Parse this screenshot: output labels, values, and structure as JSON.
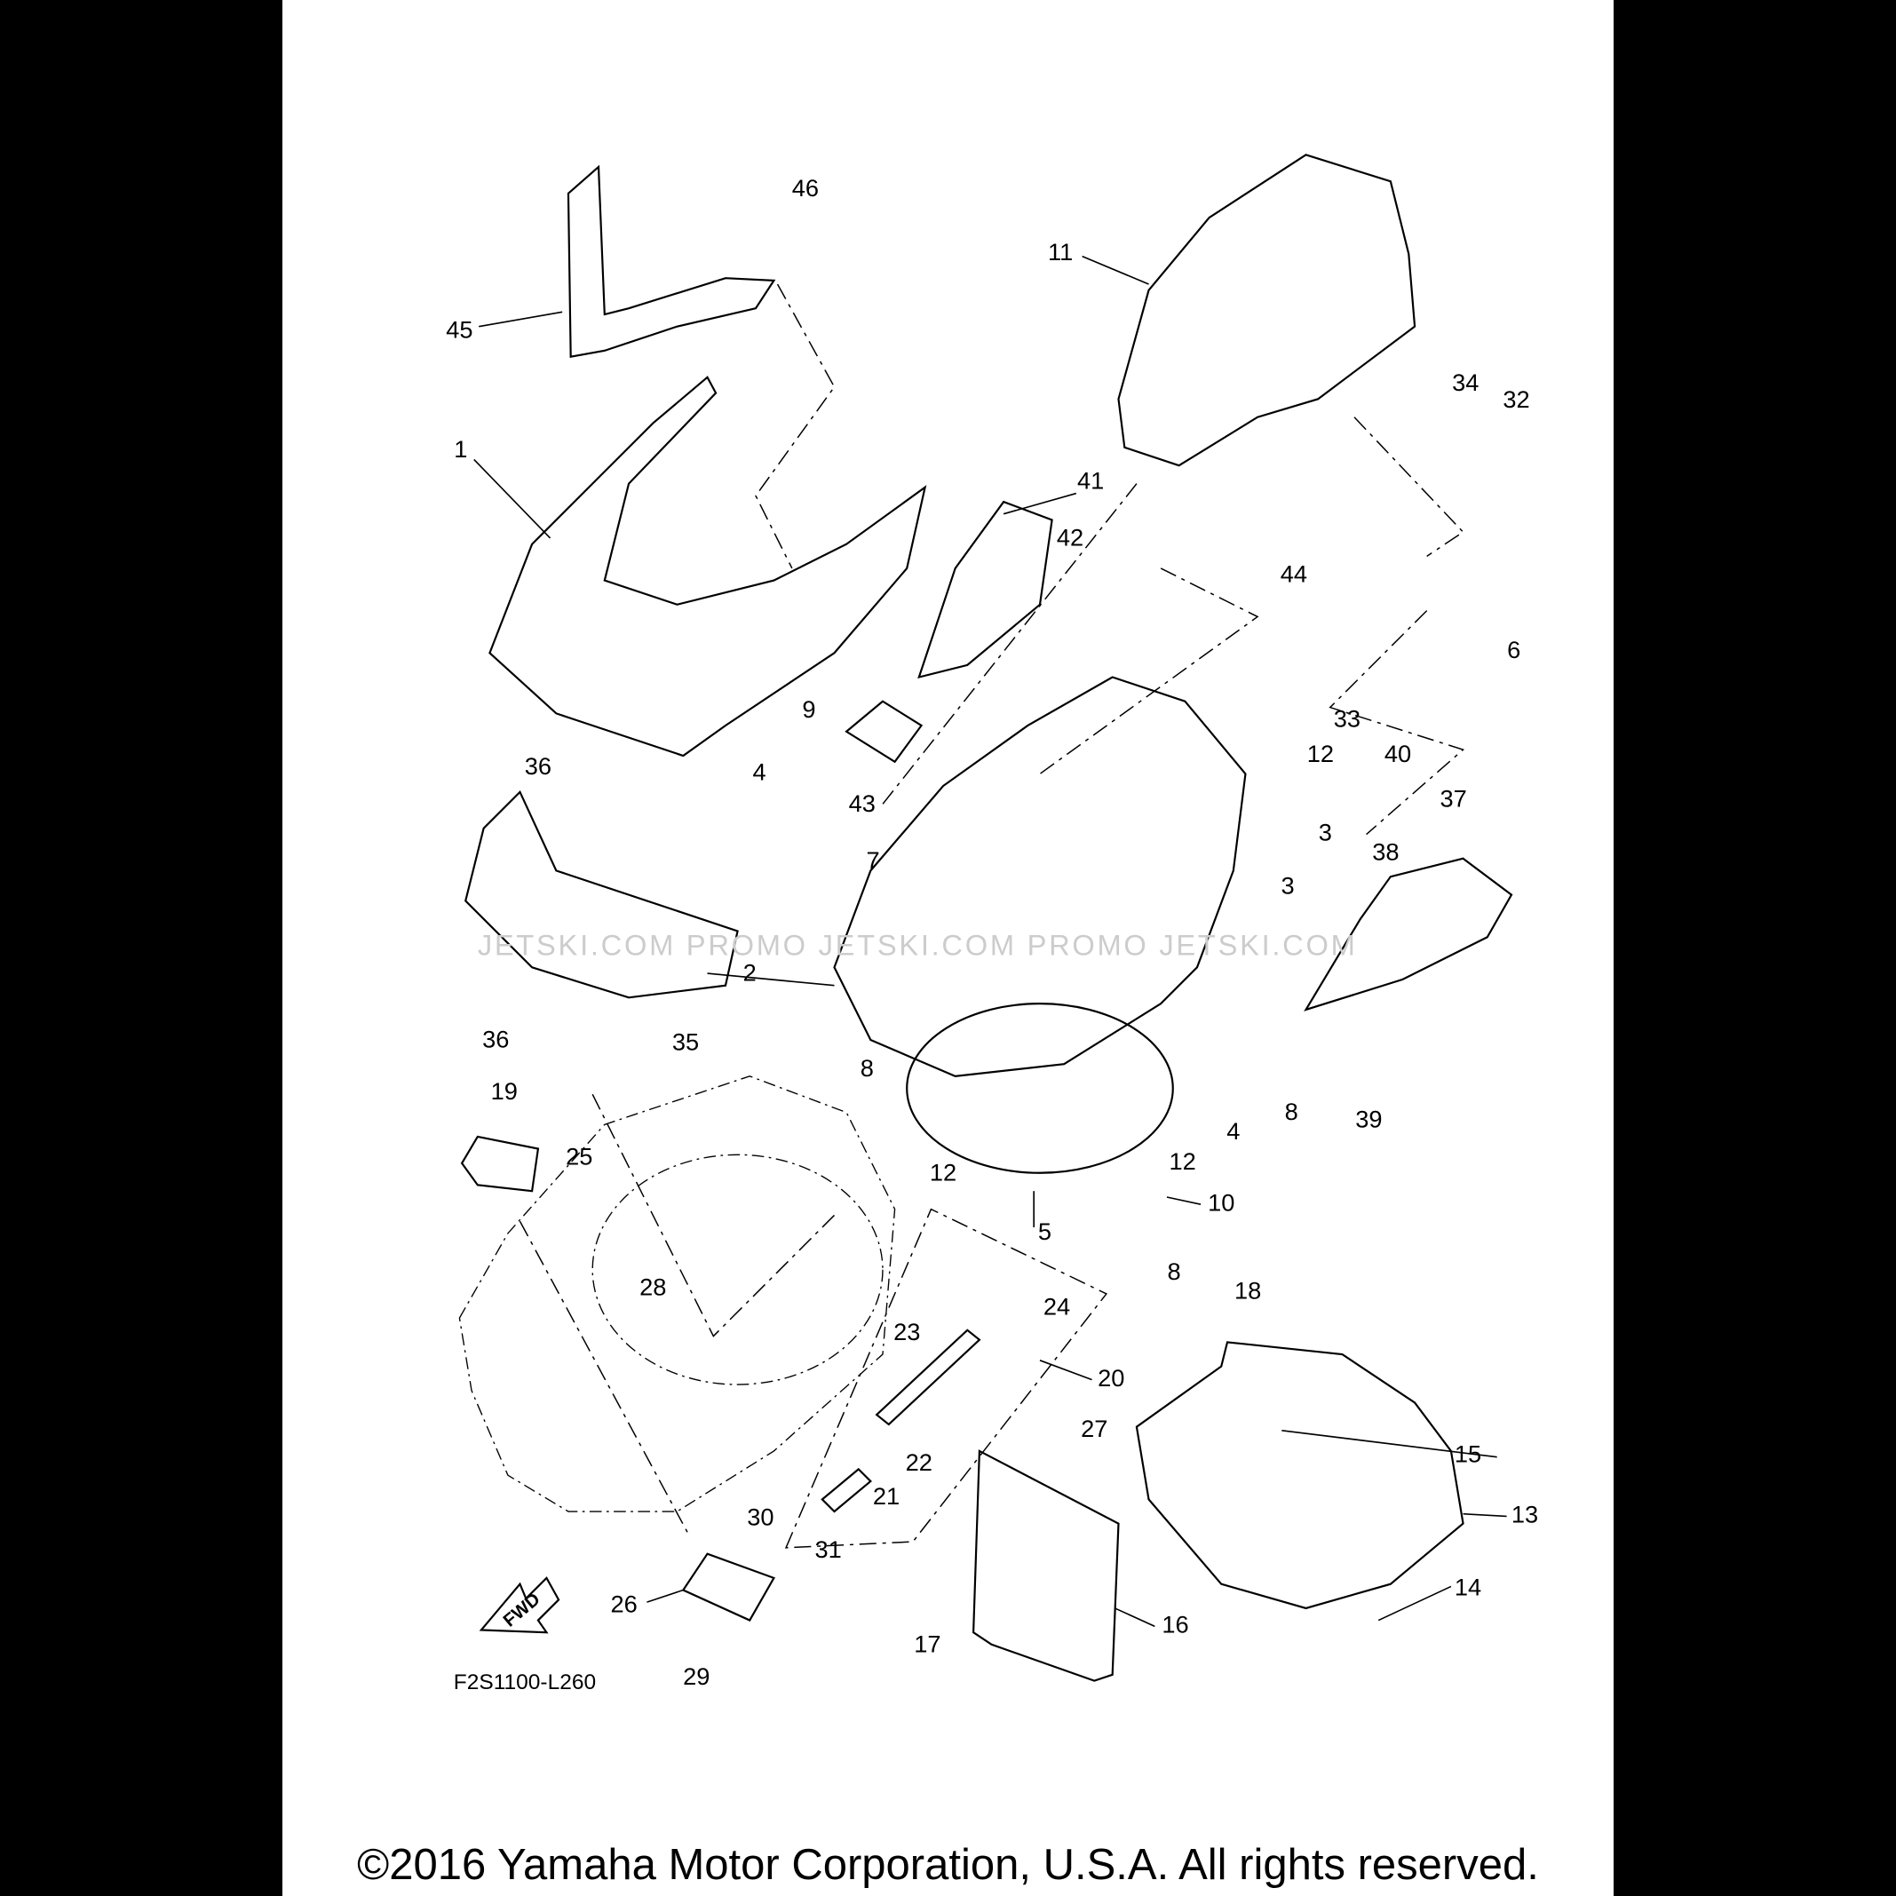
{
  "diagram_code": "F2S1100-L260",
  "fwd_label": "FWD",
  "watermark": "JETSKI.COM   PROMO JETSKI.COM   PROMO JETSKI.COM",
  "copyright": "©2016 Yamaha Motor Corporation, U.S.A. All rights reserved.",
  "callouts": [
    "46",
    "45",
    "11",
    "34",
    "32",
    "1",
    "41",
    "42",
    "44",
    "6",
    "33",
    "40",
    "12",
    "9",
    "36",
    "4",
    "43",
    "37",
    "3",
    "7",
    "38",
    "3",
    "2",
    "35",
    "36",
    "8",
    "8",
    "39",
    "19",
    "25",
    "4",
    "12",
    "12",
    "10",
    "5",
    "8",
    "28",
    "18",
    "24",
    "23",
    "20",
    "27",
    "22",
    "15",
    "13",
    "21",
    "30",
    "31",
    "14",
    "26",
    "16",
    "17",
    "29"
  ]
}
